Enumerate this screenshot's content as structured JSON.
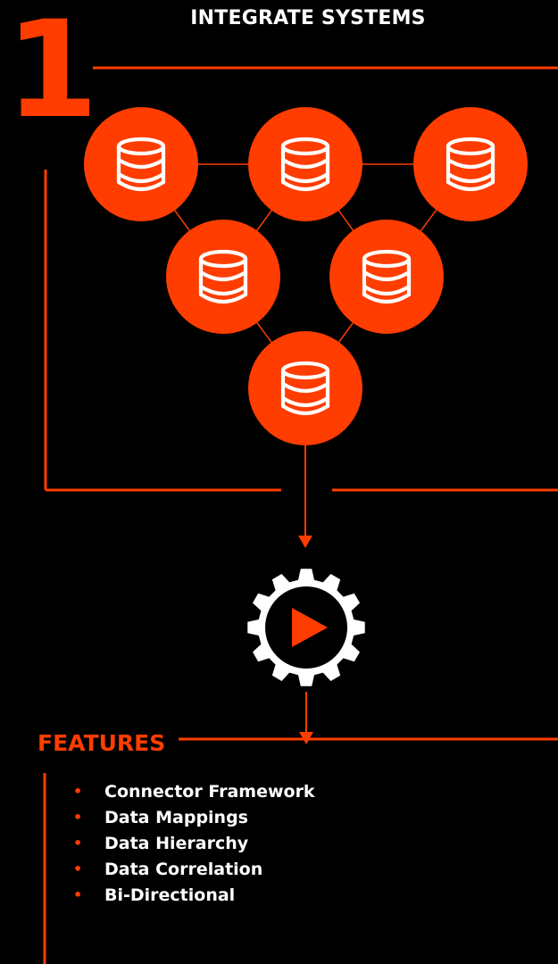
{
  "step": {
    "number": "1",
    "title": "INTEGRATE SYSTEMS"
  },
  "nodes": [
    {
      "id": "db-top-left",
      "icon": "database-icon"
    },
    {
      "id": "db-top-center",
      "icon": "database-icon"
    },
    {
      "id": "db-top-right",
      "icon": "database-icon"
    },
    {
      "id": "db-middle-left",
      "icon": "database-icon"
    },
    {
      "id": "db-middle-right",
      "icon": "database-icon"
    },
    {
      "id": "db-bottom",
      "icon": "database-icon"
    }
  ],
  "process": {
    "icon": "gear-play-icon"
  },
  "features": {
    "heading": "FEATURES",
    "items": [
      "Connector Framework",
      "Data Mappings",
      "Data Hierarchy",
      "Data Correlation",
      "Bi-Directional"
    ]
  },
  "colors": {
    "accent": "#ff3d00",
    "background": "#000000",
    "text": "#ffffff"
  }
}
